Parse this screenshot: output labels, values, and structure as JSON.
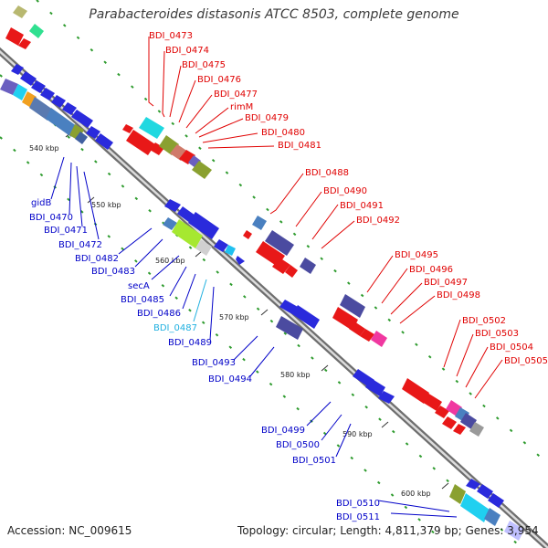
{
  "title": "Parabacteroides distasonis ATCC 8503, complete genome",
  "accession": "Accession: NC_009615",
  "topology": "Topology: circular; Length: 4,811,379 bp; Genes: 3,954",
  "colors": {
    "backbone": "#8c8c8c",
    "forward_label": "#e00000",
    "reverse_label": "#0000c8",
    "highlight_label": "#20b0e0",
    "tick": "#3aa83a"
  },
  "kbp_ticks": [
    "540 kbp",
    "550 kbp",
    "560 kbp",
    "570 kbp",
    "580 kbp",
    "590 kbp",
    "600 kbp"
  ],
  "forward_labels": [
    "BDI_0473",
    "BDI_0474",
    "BDI_0475",
    "BDI_0476",
    "BDI_0477",
    "rimM",
    "BDI_0479",
    "BDI_0480",
    "BDI_0481",
    "BDI_0488",
    "BDI_0490",
    "BDI_0491",
    "BDI_0492",
    "BDI_0495",
    "BDI_0496",
    "BDI_0497",
    "BDI_0498",
    "BDI_0502",
    "BDI_0503",
    "BDI_0504",
    "BDI_0505"
  ],
  "reverse_labels": [
    "gidB",
    "BDI_0470",
    "BDI_0471",
    "BDI_0472",
    "BDI_0482",
    "BDI_0483",
    "secA",
    "BDI_0485",
    "BDI_0486",
    "BDI_0487",
    "BDI_0489",
    "BDI_0493",
    "BDI_0494",
    "BDI_0499",
    "BDI_0500",
    "BDI_0501",
    "BDI_0510",
    "BDI_0511"
  ]
}
